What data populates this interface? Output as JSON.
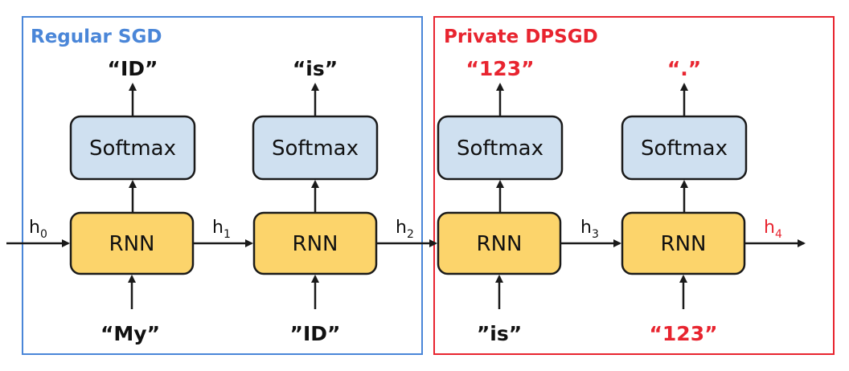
{
  "colors": {
    "regular": "#4a86d8",
    "private": "#e8242f",
    "softmax_fill": "#cfe0f0",
    "rnn_fill": "#fcd46b",
    "stroke": "#1a1a1a",
    "text": "#111111"
  },
  "regions": [
    {
      "title": "Regular SGD",
      "color_key": "regular"
    },
    {
      "title": "Private DPSGD",
      "color_key": "private"
    }
  ],
  "steps": [
    {
      "softmax_label": "Softmax",
      "rnn_label": "RNN",
      "input": "“My”",
      "output": "“ID”",
      "region": 0
    },
    {
      "softmax_label": "Softmax",
      "rnn_label": "RNN",
      "input": "”ID”",
      "output": "“is”",
      "region": 0
    },
    {
      "softmax_label": "Softmax",
      "rnn_label": "RNN",
      "input": "”is”",
      "output": "“123”",
      "region": 1
    },
    {
      "softmax_label": "Softmax",
      "rnn_label": "RNN",
      "input": "“123”",
      "output": "“.”",
      "region": 1
    }
  ],
  "hidden_states": [
    {
      "base": "h",
      "sub": "0",
      "color_key": "text"
    },
    {
      "base": "h",
      "sub": "1",
      "color_key": "text"
    },
    {
      "base": "h",
      "sub": "2",
      "color_key": "text"
    },
    {
      "base": "h",
      "sub": "3",
      "color_key": "text"
    },
    {
      "base": "h",
      "sub": "4",
      "color_key": "private"
    }
  ]
}
